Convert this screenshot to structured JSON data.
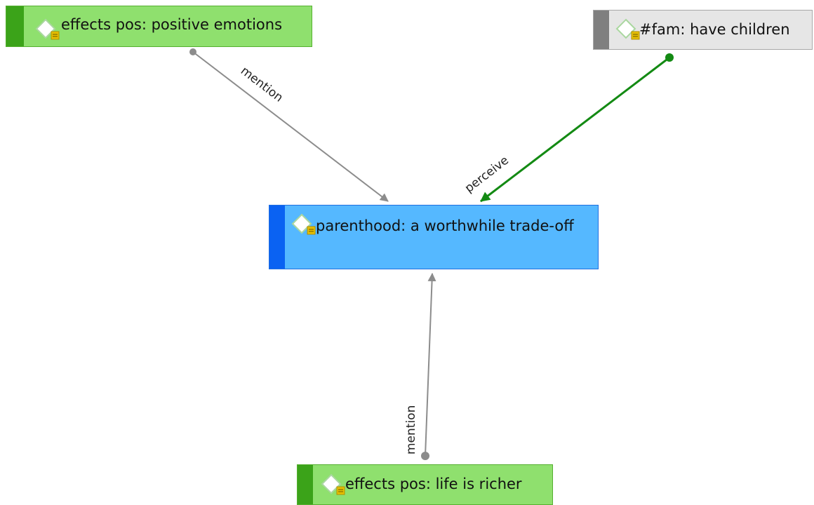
{
  "nodes": [
    {
      "id": "n1",
      "label": "effects pos: positive emotions",
      "fill": "#8fe06e",
      "border": "#55b030",
      "stripe": "#3ba319"
    },
    {
      "id": "n2",
      "label": "#fam: have children",
      "fill": "#e6e6e6",
      "border": "#a8a8a8",
      "stripe": "#7f7f7f"
    },
    {
      "id": "n3",
      "label": "parenthood: a worthwhile trade-off",
      "fill": "#55b8ff",
      "border": "#1f6fe0",
      "stripe": "#0a62f2"
    },
    {
      "id": "n4",
      "label": "effects pos: life is richer",
      "fill": "#8fe06e",
      "border": "#55b030",
      "stripe": "#3ba319"
    }
  ],
  "edges": [
    {
      "from": "n1",
      "to": "n3",
      "label": "mention",
      "color": "#8c8c8c"
    },
    {
      "from": "n2",
      "to": "n3",
      "label": "perceive",
      "color": "#138a13"
    },
    {
      "from": "n4",
      "to": "n3",
      "label": "mention",
      "color": "#8c8c8c"
    }
  ],
  "icons": {
    "node_icon": "code-comment-icon"
  }
}
